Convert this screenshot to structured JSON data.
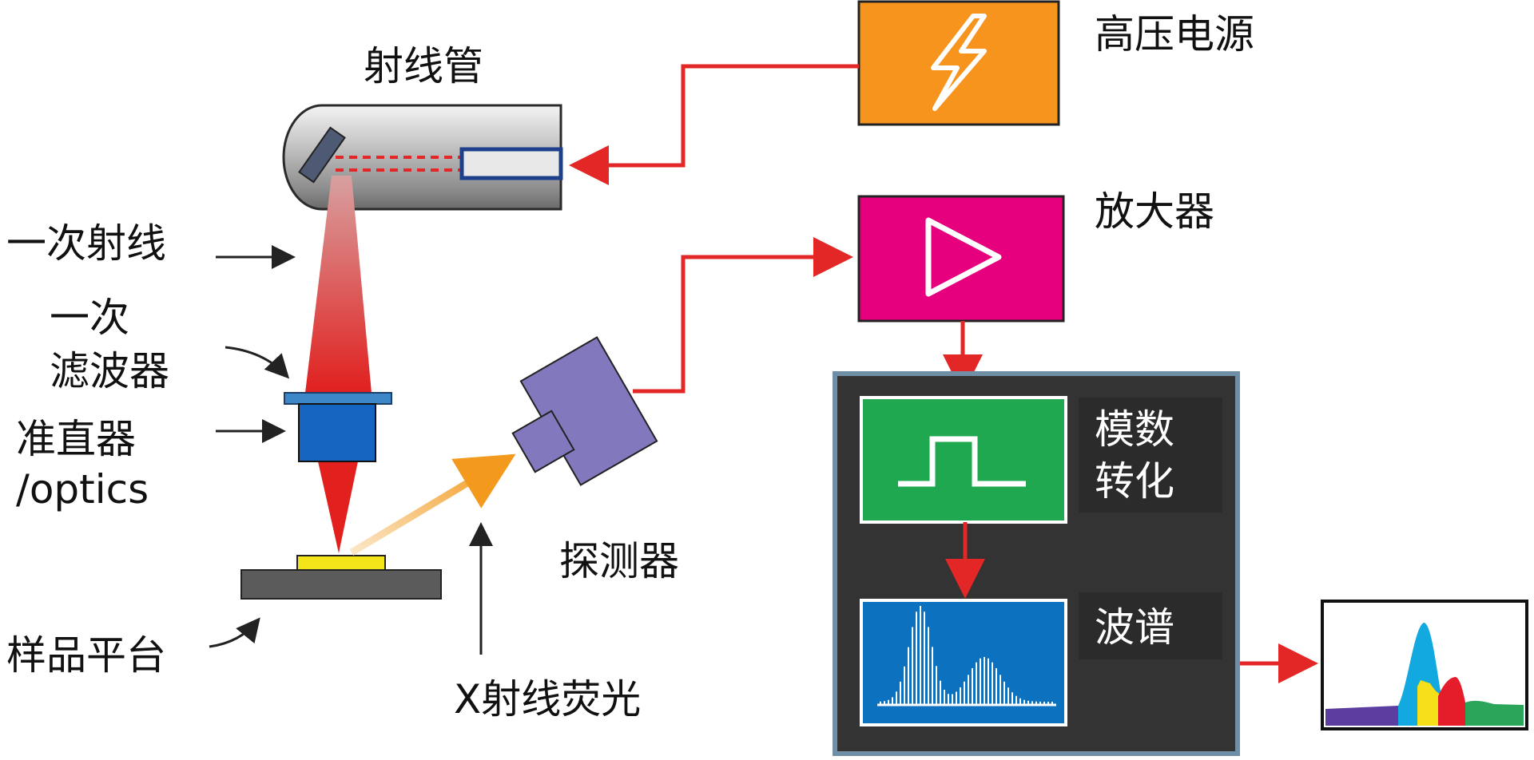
{
  "labels": {
    "tube": "射线管",
    "hv_power": "高压电源",
    "amplifier": "放大器",
    "primary_ray": "一次射线",
    "primary_filter_line1": "一次",
    "primary_filter_line2": "滤波器",
    "collimator_line1": "准直器",
    "collimator_line2": "/optics",
    "detector": "探测器",
    "sample_stage": "样品平台",
    "xrf": "X射线荧光",
    "adc_line1": "模数",
    "adc_line2": "转化",
    "spectrum": "波谱"
  },
  "colors": {
    "hv_box": "#f7941d",
    "amp_box": "#e6007e",
    "adc_box": "#1fa84f",
    "spec_box": "#0c72bf",
    "panel": "#333333",
    "panel_border": "#6f8fa6",
    "wire": "#e32626",
    "detector": "#8178bd",
    "filter": "#3d87c9",
    "collimator": "#1565c0",
    "sample": "#f4e51a",
    "stage": "#5b5b5b"
  },
  "icons": {
    "hv": "lightning-bolt-icon",
    "amp": "triangle-play-icon",
    "adc": "pulse-icon",
    "spectrum": "spectrum-icon"
  }
}
